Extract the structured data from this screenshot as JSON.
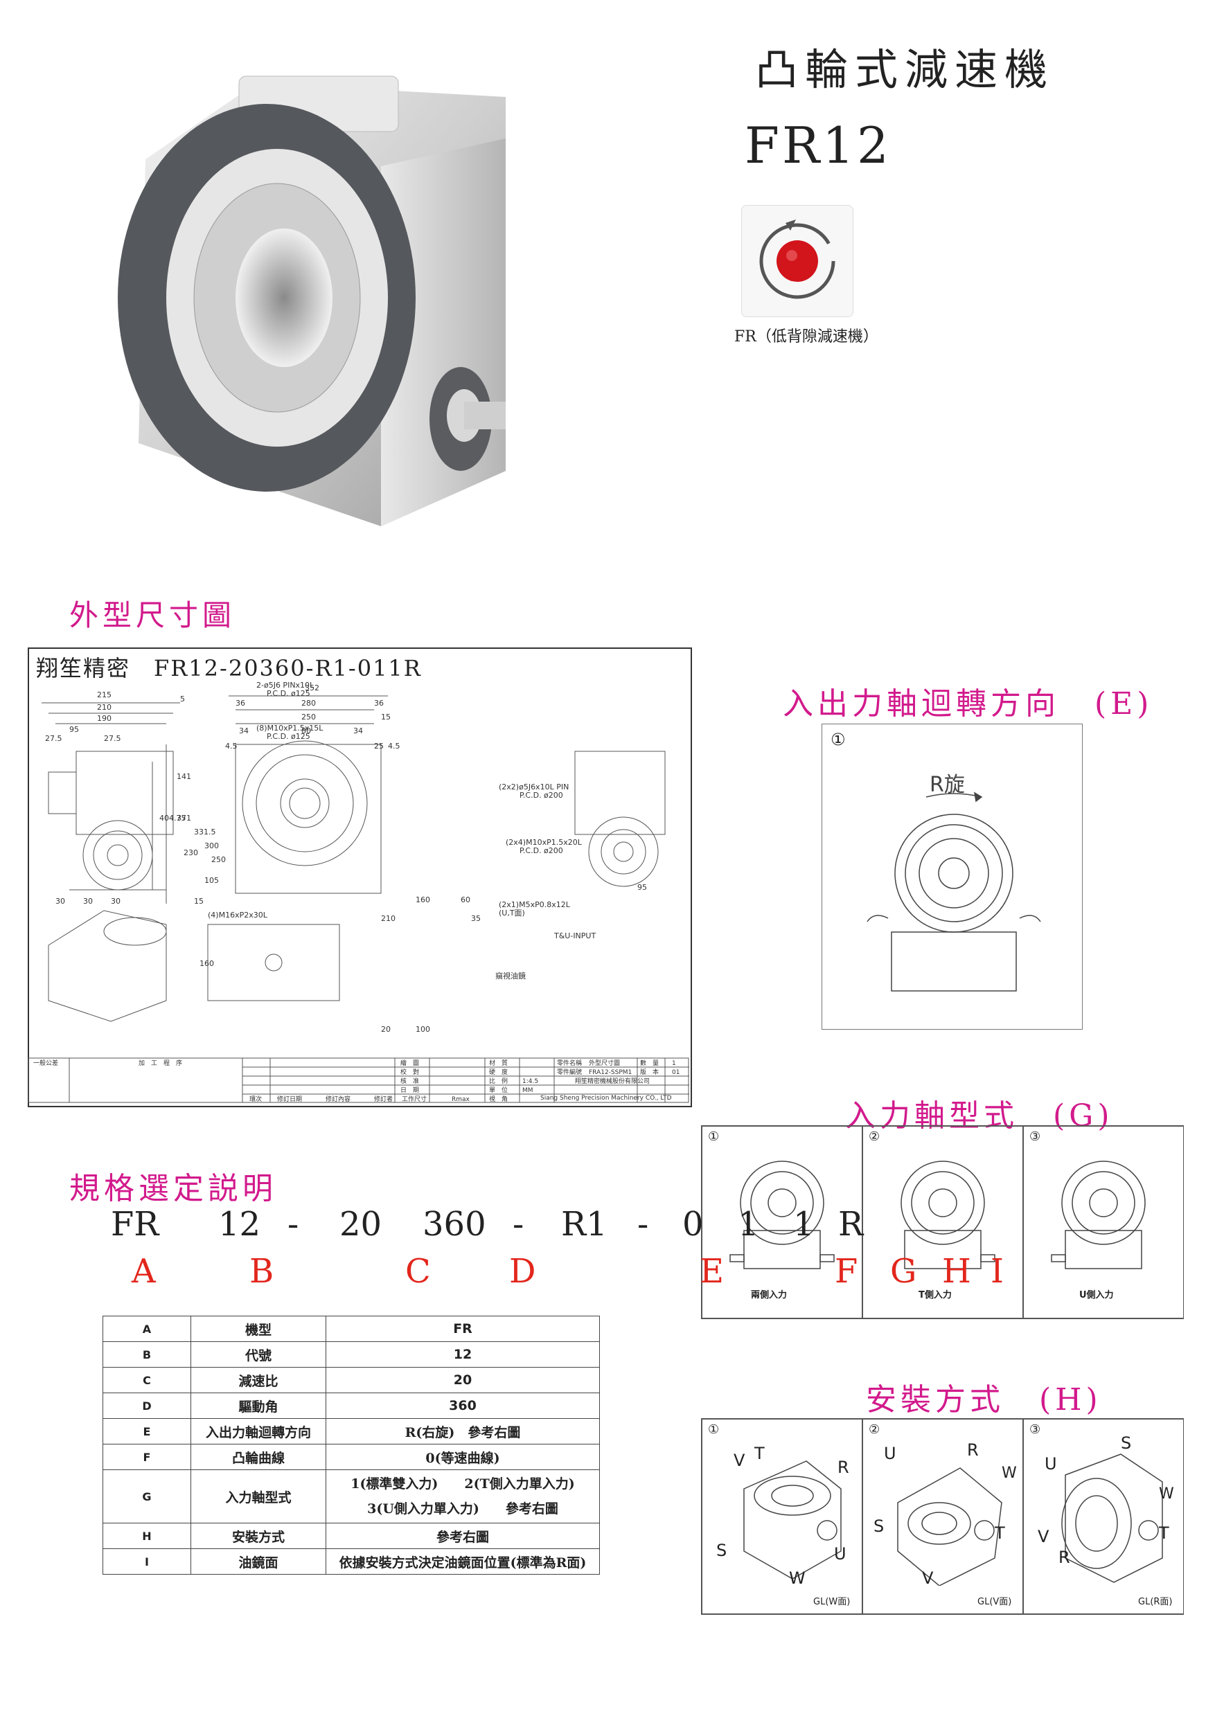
{
  "header": {
    "title": "凸輪式減速機",
    "model": "FR12",
    "fr_caption": "FR（低背隙減速機）"
  },
  "sections": {
    "dimension": "外型尺寸圖",
    "rotation": "入出力軸迴轉方向　(E)",
    "input_type": "入力軸型式　(G)",
    "spec": "規格選定説明",
    "mounting": "安裝方式　(H)"
  },
  "drawing": {
    "title": "翔笙精密　FR12-20360-R1-011R",
    "dims_top": [
      "215",
      "210",
      "190",
      "95",
      "27.5",
      "27.5",
      "5",
      "352",
      "36",
      "280",
      "36",
      "250",
      "15",
      "34",
      "80",
      "34",
      "4.5",
      "4.5",
      "25"
    ],
    "dims_side": [
      "141",
      "371",
      "404.75",
      "230",
      "331.5",
      "300",
      "250",
      "105",
      "15"
    ],
    "notes": [
      "2-ø5J6 PINx10L",
      "P.C.D. ø125",
      "(8)M10xP1.5x15L",
      "P.C.D. ø125",
      "(2x2)ø5J6x10L PIN",
      "P.C.D. ø200",
      "(2x4)M10xP1.5x20L",
      "P.C.D. ø200",
      "(2x1)M5xP0.8x12L",
      "(U,T面)",
      "(4)M16xP2x30L",
      "T&U-INPUT",
      "窺視油鏡"
    ],
    "dims_bottom": [
      "210",
      "35",
      "160",
      "60",
      "160",
      "20",
      "100",
      "95",
      "30",
      "30",
      "30"
    ],
    "title_block": {
      "col_left": [
        "一般公差",
        "加　工　程　序"
      ],
      "labels": [
        "繪　圖",
        "校　對",
        "核　准",
        "日　期",
        "材　質",
        "硬　度",
        "比　例",
        "單　位",
        "視　角",
        "零件名稱",
        "零件編號",
        "數　量",
        "版　本"
      ],
      "values": [
        "外型尺寸圖",
        "FRA12-SSPM1",
        "1",
        "01",
        "1:4.5",
        "MM"
      ],
      "company_cn": "翔笙精密機械股份有限公司",
      "company_en": "Siang Sheng Precision Machinery CO., LTD",
      "footer": [
        "環次",
        "修訂日期",
        "修訂內容",
        "修訂者",
        "工作尺寸",
        "Rmax"
      ]
    }
  },
  "rotation_panel": {
    "index": "①",
    "label": "R旋"
  },
  "input_type_panel": {
    "options": [
      {
        "index": "①",
        "caption": "兩側入力"
      },
      {
        "index": "②",
        "caption": "T側入力"
      },
      {
        "index": "③",
        "caption": "U側入力"
      }
    ]
  },
  "mounting_panel": {
    "options": [
      {
        "index": "①",
        "caption": "GL(W面)",
        "faces": [
          "V",
          "T",
          "R",
          "S",
          "U",
          "W"
        ]
      },
      {
        "index": "②",
        "caption": "GL(V面)",
        "faces": [
          "U",
          "R",
          "W",
          "S",
          "T",
          "V"
        ]
      },
      {
        "index": "③",
        "caption": "GL(R面)",
        "faces": [
          "S",
          "U",
          "W",
          "V",
          "T",
          "R"
        ]
      }
    ]
  },
  "code_breakdown": {
    "segments": [
      "FR",
      "12",
      "-",
      "20",
      "360",
      "-",
      "R1",
      "-",
      "0",
      "1",
      "1",
      "R"
    ],
    "letters": [
      "A",
      "B",
      "C",
      "D",
      "E",
      "F",
      "G",
      "H",
      "I"
    ]
  },
  "spec_table": {
    "rows": [
      {
        "key": "A",
        "name": "機型",
        "value": "FR"
      },
      {
        "key": "B",
        "name": "代號",
        "value": "12"
      },
      {
        "key": "C",
        "name": "減速比",
        "value": "20"
      },
      {
        "key": "D",
        "name": "驅動角",
        "value": "360"
      },
      {
        "key": "E",
        "name": "入出力軸迴轉方向",
        "value": "R(右旋)　參考右圖"
      },
      {
        "key": "F",
        "name": "凸輪曲線",
        "value": "0(等速曲線)"
      },
      {
        "key": "G",
        "name": "入力軸型式",
        "value": "1(標準雙入力)　　2(T側入力單入力)",
        "value2": "3(U側入力單入力)　　參考右圖"
      },
      {
        "key": "H",
        "name": "安裝方式",
        "value": "參考右圖"
      },
      {
        "key": "I",
        "name": "油鏡面",
        "value": "依據安裝方式決定油鏡面位置(標準為R面)"
      }
    ]
  },
  "colors": {
    "section_heading": "#d21a8c",
    "letter_row": "#e2261c",
    "icon_dot": "#d2141b"
  }
}
